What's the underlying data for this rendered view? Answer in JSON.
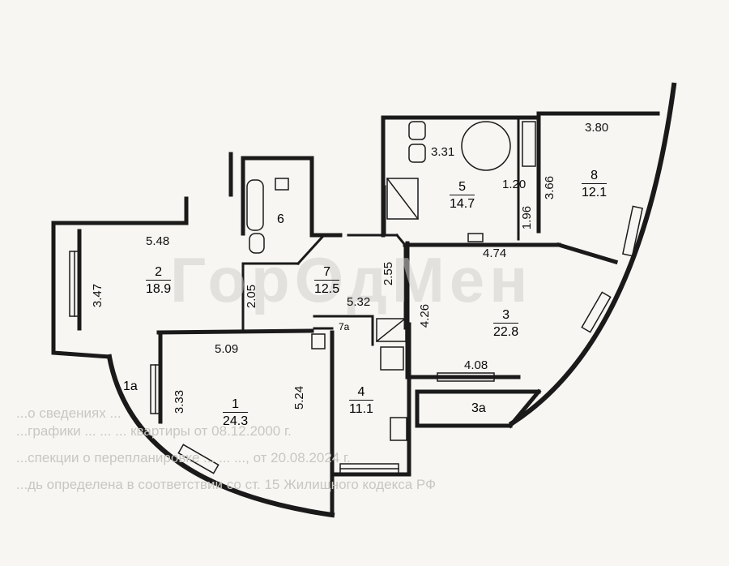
{
  "watermark": "ГорОдМен",
  "faint_text": {
    "line1": "...о сведениях ...",
    "line2": "...графики ... ... ... квартиры от 08.12.2000 г.",
    "line3": "...спекции о перепланировке ... ... ..., от 20.08.2024 г.",
    "line4": "...дь определена в соответствии со ст. 15 Жилищного кодекса РФ"
  },
  "rooms": [
    {
      "id": "1",
      "number": "1",
      "area": "24.3"
    },
    {
      "id": "1a",
      "number": "1а",
      "area": ""
    },
    {
      "id": "2",
      "number": "2",
      "area": "18.9"
    },
    {
      "id": "3",
      "number": "3",
      "area": "22.8"
    },
    {
      "id": "3a",
      "number": "3а",
      "area": ""
    },
    {
      "id": "4",
      "number": "4",
      "area": "11.1"
    },
    {
      "id": "5",
      "number": "5",
      "area": "14.7"
    },
    {
      "id": "6",
      "number": "6",
      "area": ""
    },
    {
      "id": "7",
      "number": "7",
      "area": "12.5"
    },
    {
      "id": "7a",
      "number": "7а",
      "area": ""
    },
    {
      "id": "8",
      "number": "8",
      "area": "12.1"
    }
  ],
  "dimensions": {
    "d_548": "5.48",
    "d_347": "3.47",
    "d_509": "5.09",
    "d_333": "3.33",
    "d_524": "5.24",
    "d_205": "2.05",
    "d_255": "2.55",
    "d_532": "5.32",
    "d_426": "4.26",
    "d_408": "4.08",
    "d_474": "4.74",
    "d_331": "3.31",
    "d_120": "1.20",
    "d_196": "1.96",
    "d_366": "3.66",
    "d_380": "3.80"
  }
}
